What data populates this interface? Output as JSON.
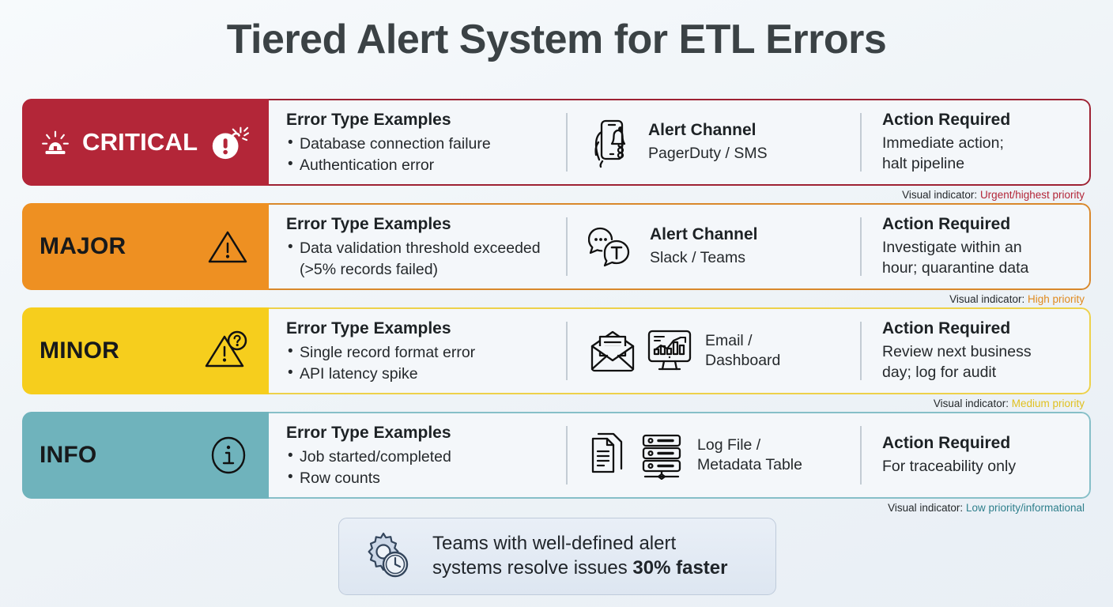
{
  "title": "Tiered Alert System for ETL Errors",
  "columns": {
    "errors_heading": "Error Type Examples",
    "channel_heading": "Alert Channel",
    "action_heading": "Action Required",
    "indicator_lead": "Visual indicator:"
  },
  "rows": [
    {
      "severity": "CRITICAL",
      "color": "#B32638",
      "badge_text_color": "#ffffff",
      "border_color": "#9E2233",
      "left_icon": "siren-icon",
      "right_icon": "bomb-exclamation-icon",
      "errors_heading": "Error Type Examples",
      "errors": [
        "Database connection failure",
        "Authentication error"
      ],
      "channel_heading": "Alert Channel",
      "channel_icons": [
        "phone-bell-icon"
      ],
      "channel_value": "PagerDuty / SMS",
      "action_heading": "Action Required",
      "action_text": "Immediate action;\nhalt pipeline",
      "indicator_value": "Urgent/highest priority",
      "indicator_color": "#B32638"
    },
    {
      "severity": "MAJOR",
      "color": "#EE9022",
      "badge_text_color": "#17191b",
      "border_color": "#D9882B",
      "left_icon": null,
      "right_icon": "warning-triangle-icon",
      "errors_heading": "Error Type Examples",
      "errors": [
        "Data validation threshold exceeded (>5% records failed)"
      ],
      "channel_heading": "Alert Channel",
      "channel_icons": [
        "chat-bubbles-icon"
      ],
      "channel_value": "Slack / Teams",
      "action_heading": "Action Required",
      "action_text": "Investigate within an\nhour; quarantine data",
      "indicator_value": "High priority",
      "indicator_color": "#E08A1E"
    },
    {
      "severity": "MINOR",
      "color": "#F6CE1D",
      "badge_text_color": "#17191b",
      "border_color": "#EDD14A",
      "left_icon": null,
      "right_icon": "warning-question-icon",
      "errors_heading": "Error Type Examples",
      "errors": [
        "Single record format error",
        "API latency spike"
      ],
      "channel_heading": "",
      "channel_icons": [
        "email-envelope-icon",
        "dashboard-monitor-icon"
      ],
      "channel_value": "Email /\nDashboard",
      "action_heading": "Action Required",
      "action_text": "Review next business\nday; log for audit",
      "indicator_value": "Medium priority",
      "indicator_color": "#E0C020"
    },
    {
      "severity": "INFO",
      "color": "#6FB3BC",
      "badge_text_color": "#17191b",
      "border_color": "#86BFC8",
      "left_icon": null,
      "right_icon": "info-circle-icon",
      "errors_heading": "Error Type Examples",
      "errors": [
        "Job started/completed",
        "Row counts"
      ],
      "channel_heading": "",
      "channel_icons": [
        "document-icon",
        "database-stack-icon"
      ],
      "channel_value": "Log File /\nMetadata Table",
      "action_heading": "Action Required",
      "action_text": "For traceability only",
      "indicator_value": "Low priority/informational",
      "indicator_color": "#2E7F8C"
    }
  ],
  "callout": {
    "icon": "gear-clock-icon",
    "line1": "Teams with well-defined alert",
    "line2_prefix": "systems resolve issues ",
    "line2_bold": "30% faster"
  }
}
